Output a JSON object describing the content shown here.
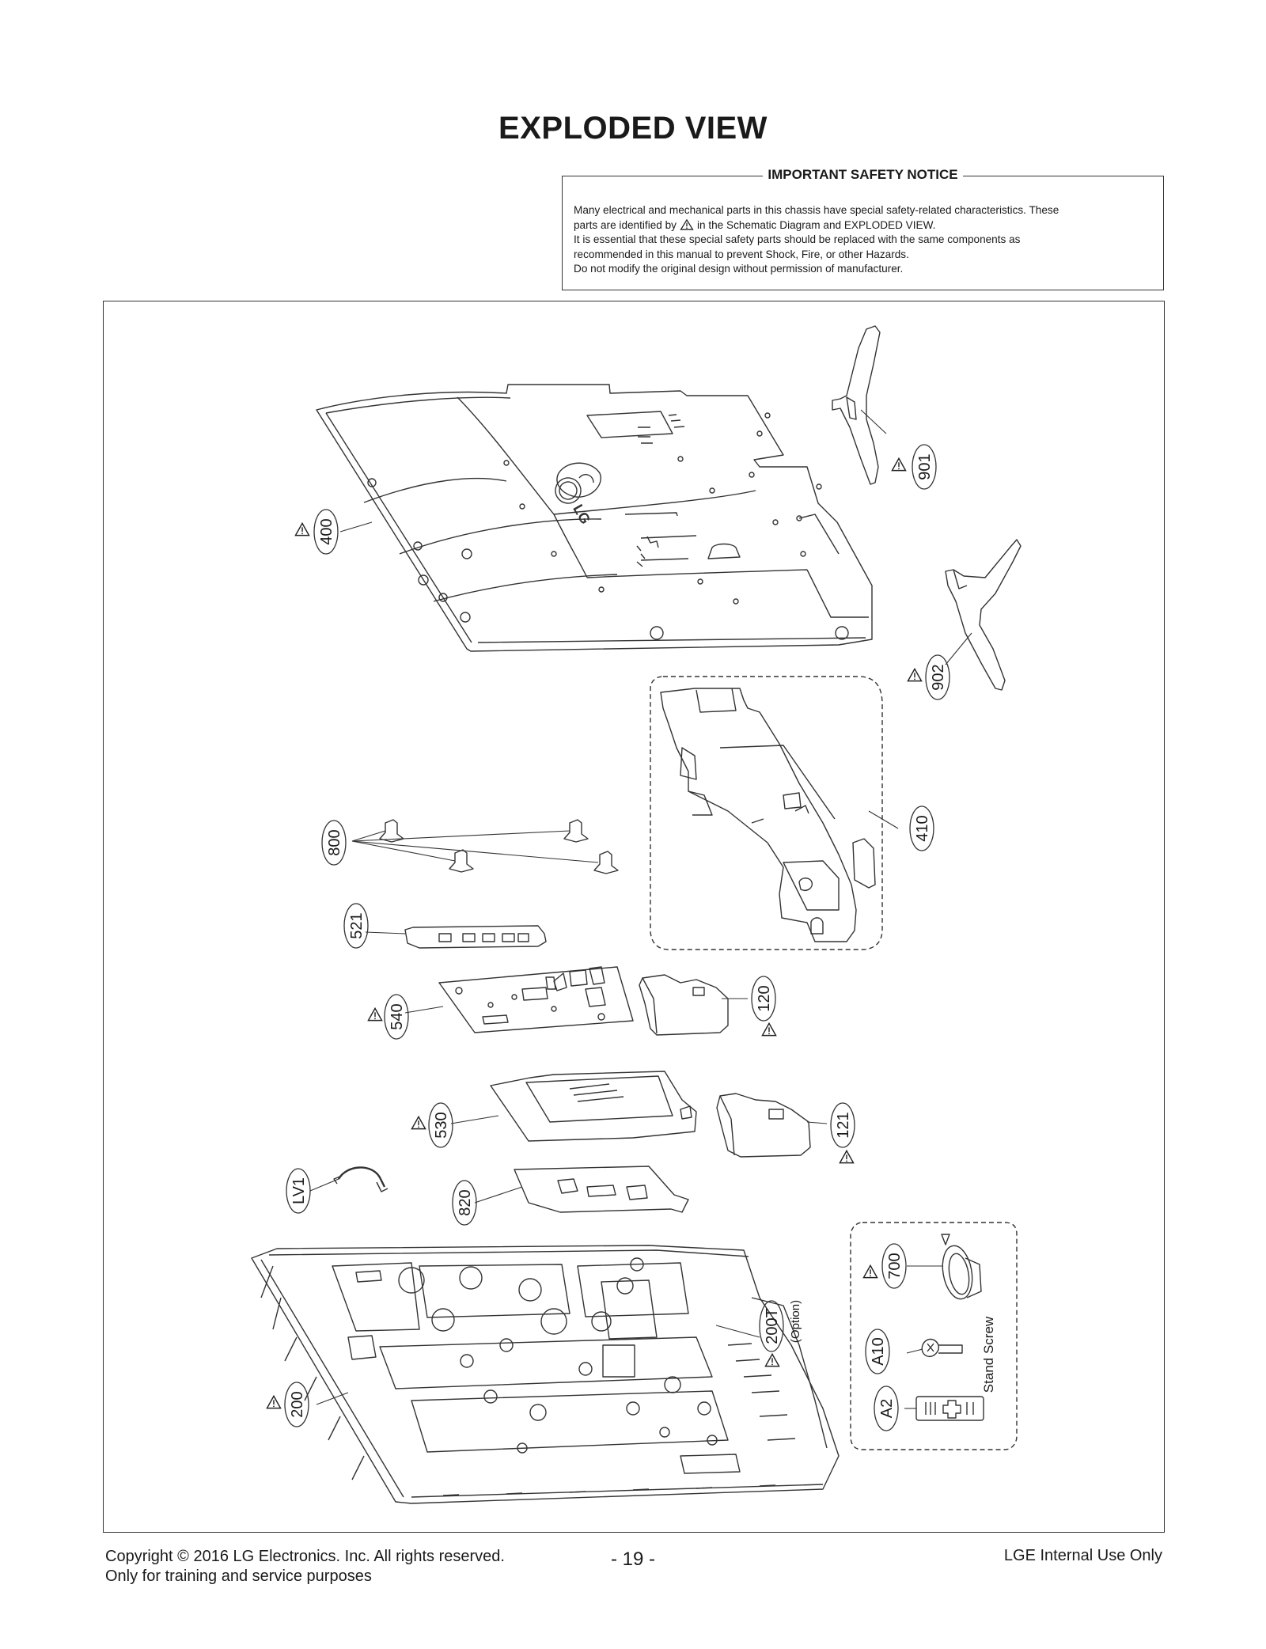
{
  "page": {
    "title": "EXPLODED VIEW"
  },
  "safety_notice": {
    "heading": "IMPORTANT SAFETY NOTICE",
    "line1": "Many electrical and mechanical parts in this chassis have special safety-related characteristics. These",
    "line2_before": "parts are identified by",
    "line2_after": "in the Schematic Diagram and EXPLODED VIEW.",
    "line3": "It is essential that these special safety parts should be replaced with the same components as",
    "line4": "recommended in this manual to prevent Shock, Fire, or other Hazards.",
    "line5": "Do not modify the original design without permission of manufacturer."
  },
  "parts": {
    "p400": "400",
    "p901": "901",
    "p902": "902",
    "p410": "410",
    "p800": "800",
    "p521": "521",
    "p540": "540",
    "p120": "120",
    "p530": "530",
    "p121": "121",
    "pLV1": "LV1",
    "p820": "820",
    "p700": "700",
    "p200T": "200T",
    "p200T_note": "(Option)",
    "pA10": "A10",
    "pA10_note": "Stand Screw",
    "pA2": "A2",
    "p200": "200"
  },
  "logo": {
    "text": "LG"
  },
  "footer": {
    "copyright": "Copyright  © 2016 LG Electronics. Inc. All rights reserved.",
    "training": "Only for training and service purposes",
    "page_number": "- 19 -",
    "internal": "LGE Internal Use Only"
  }
}
